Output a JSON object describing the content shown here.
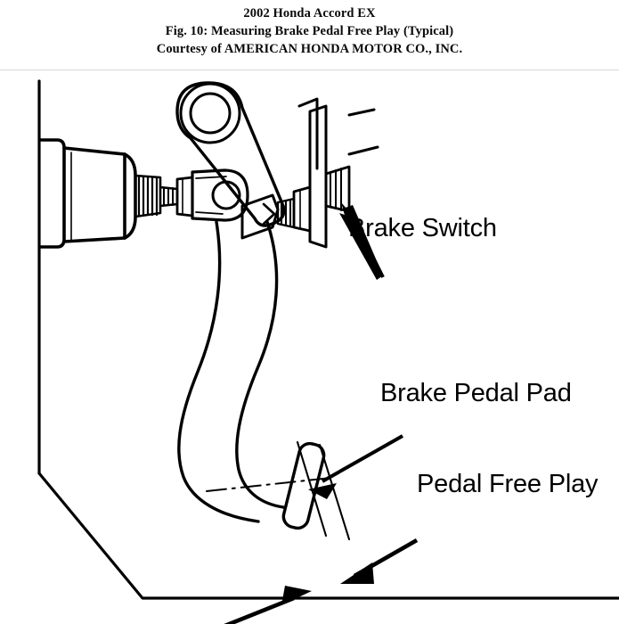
{
  "document": {
    "header": {
      "vehicle_title": "2002 Honda Accord EX",
      "figure_caption": "Fig. 10: Measuring Brake Pedal Free Play (Typical)",
      "courtesy": "Courtesy of AMERICAN HONDA MOTOR CO., INC."
    }
  },
  "figure": {
    "callouts": [
      {
        "id": "brake-switch",
        "label": "Brake Switch"
      },
      {
        "id": "brake-pedal-pad",
        "label": "Brake Pedal Pad"
      },
      {
        "id": "pedal-free-play",
        "label": "Pedal Free Play"
      }
    ],
    "parts": [
      {
        "name": "firewall-bulkhead"
      },
      {
        "name": "brake-booster-master-cylinder"
      },
      {
        "name": "threaded-pushrod"
      },
      {
        "name": "lock-nut"
      },
      {
        "name": "clevis-yoke"
      },
      {
        "name": "pedal-pivot-boss"
      },
      {
        "name": "brake-pedal-arm"
      },
      {
        "name": "brake-pedal-pad"
      },
      {
        "name": "brake-light-switch"
      },
      {
        "name": "switch-mounting-bracket"
      },
      {
        "name": "floor-pan"
      }
    ]
  },
  "style": {
    "line_color": "#000000",
    "background_color": "#ffffff",
    "rule_color": "#d8d8d8"
  }
}
